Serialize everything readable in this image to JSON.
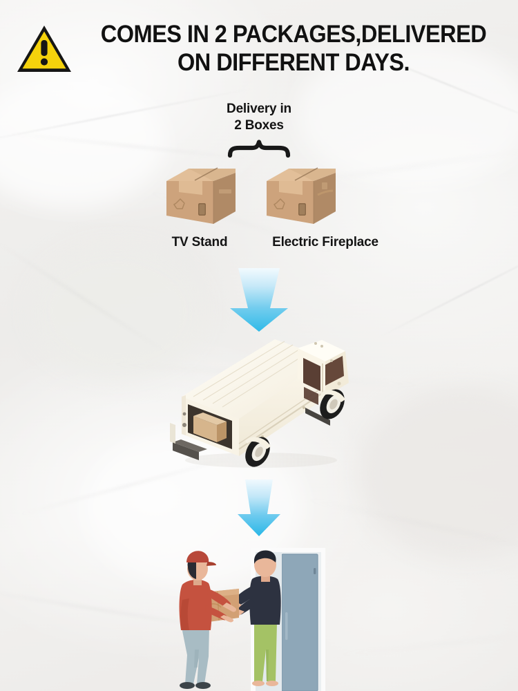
{
  "poster": {
    "background_color": "#f1f0ee",
    "background_style": "white-marble-texture"
  },
  "header": {
    "warning_icon": "warning-triangle-icon",
    "warning_icon_fill": "#F5D20C",
    "warning_icon_stroke": "#161615",
    "title": "COMES IN 2 PACKAGES,DELIVERED\nON DIFFERENT DAYS.",
    "title_color": "#111111"
  },
  "delivery_section": {
    "caption": "Delivery in\n2 Boxes",
    "caption_color": "#131313",
    "brace_icon": "curly-brace-icon",
    "brace_color": "#181818",
    "packages": [
      {
        "icon": "cardboard-box-icon",
        "label": "TV Stand",
        "top_color": "#e2bf99",
        "front_color": "#cda37c",
        "side_color": "#b08a66"
      },
      {
        "icon": "cardboard-box-icon",
        "label": "Electric Fireplace",
        "top_color": "#e2bf99",
        "front_color": "#cda37c",
        "side_color": "#b08a66"
      }
    ]
  },
  "flow": {
    "arrow_1": {
      "icon": "down-arrow-icon",
      "gradient_top": "#eaf7fd",
      "gradient_bottom": "#35bce9"
    },
    "arrow_2": {
      "icon": "down-arrow-icon",
      "gradient_top": "#e9f6fd",
      "gradient_bottom": "#2fbbe8"
    }
  },
  "truck": {
    "icon": "delivery-truck-icon",
    "body_color": "#faf6ec",
    "roof_color": "#fdfbf4",
    "shadow_color": "#e6e0d1",
    "window_color": "#5a3f34",
    "wheel_color": "#1d1d1d",
    "cargo_box_color": "#d6b58c",
    "ramp_color": "#55514c"
  },
  "door_scene": {
    "icon": "package-handoff-icon",
    "courier": {
      "shirt_color": "#c5523f",
      "cap_color": "#b8483a",
      "pants_color": "#a8bcc4",
      "shoe_color": "#3c4449",
      "skin_color": "#e9b79a"
    },
    "customer": {
      "shirt_color": "#2d3240",
      "pants_color": "#a4c265",
      "skin_color": "#e9b79a",
      "hair_color": "#222630"
    },
    "package_color": "#d2a074",
    "door_color": "#8ea7b8",
    "door_frame_color": "#fbfbfb",
    "wall_color": "#edf1f2"
  }
}
